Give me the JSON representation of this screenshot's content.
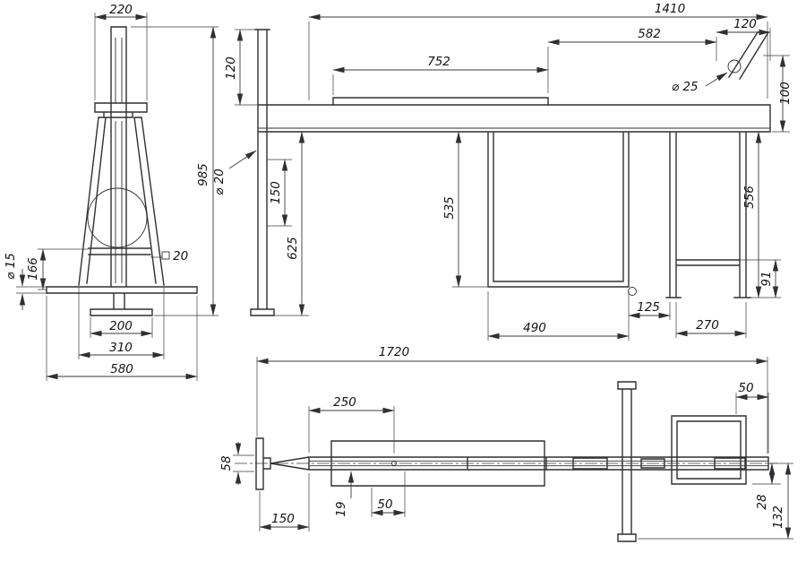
{
  "meta": {
    "bg": "#ffffff",
    "ink": "#2f2f35"
  },
  "dims": {
    "front": {
      "plate_width": "220",
      "overall_height": "985",
      "brace_to_axle": "166",
      "axle_dia": "⌀ 15",
      "tube_size": "20",
      "foot_width": "200",
      "leg_span": "310",
      "axle_length": "580"
    },
    "side": {
      "beam_length": "1410",
      "rear_offset": "582",
      "end_offset": "120",
      "plate_length": "752",
      "hole_dia": "⌀ 25",
      "end_height": "100",
      "mast_above_beam": "120",
      "pin_dia": "⌀ 20",
      "bracket_spacing": "150",
      "mast_below_beam": "625",
      "box_height": "535",
      "box_width": "490",
      "box_to_frame": "125",
      "frame_width": "270",
      "frame_height": "556",
      "rail_height": "91"
    },
    "plan": {
      "overall_length": "1720",
      "tongue_to_hole": "250",
      "end_overhang": "50",
      "tongue_width": "58",
      "tongue_length": "150",
      "wall_offset": "19",
      "hole_pitch": "50",
      "bar_half_width": "28",
      "side_extent": "132"
    }
  }
}
